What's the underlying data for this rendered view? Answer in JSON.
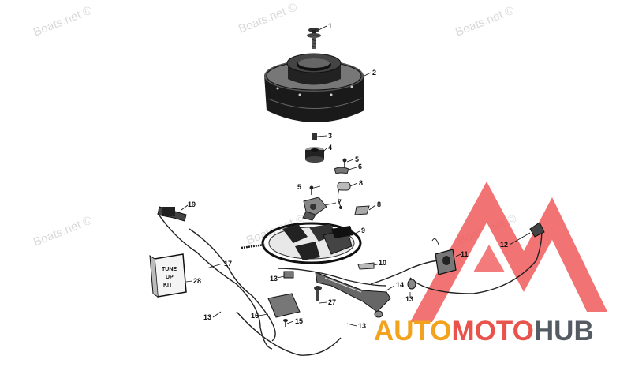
{
  "watermark": {
    "text": "Boats.net ©"
  },
  "brand": {
    "part1": "AUTO",
    "part2": "MOTO",
    "part3": "HUB",
    "colors": {
      "auto": "#f2a21c",
      "moto": "#e8534b",
      "hub": "#555b63",
      "logo_triangle": "#f05a5a"
    }
  },
  "tuneup_kit": {
    "line1": "TUNE",
    "line2": "UP",
    "line3": "KIT"
  },
  "callouts": {
    "c1": "1",
    "c2": "2",
    "c3": "3",
    "c4": "4",
    "c5a": "5",
    "c5b": "5",
    "c6": "6",
    "c7": "7",
    "c8a": "8",
    "c8b": "8",
    "c9": "9",
    "c10": "10",
    "c11": "11",
    "c12": "12",
    "c13a": "13",
    "c13b": "13",
    "c13c": "13",
    "c13d": "13",
    "c14": "14",
    "c15": "15",
    "c16": "16",
    "c17": "17",
    "c19": "19",
    "c27": "27",
    "c28": "28"
  }
}
